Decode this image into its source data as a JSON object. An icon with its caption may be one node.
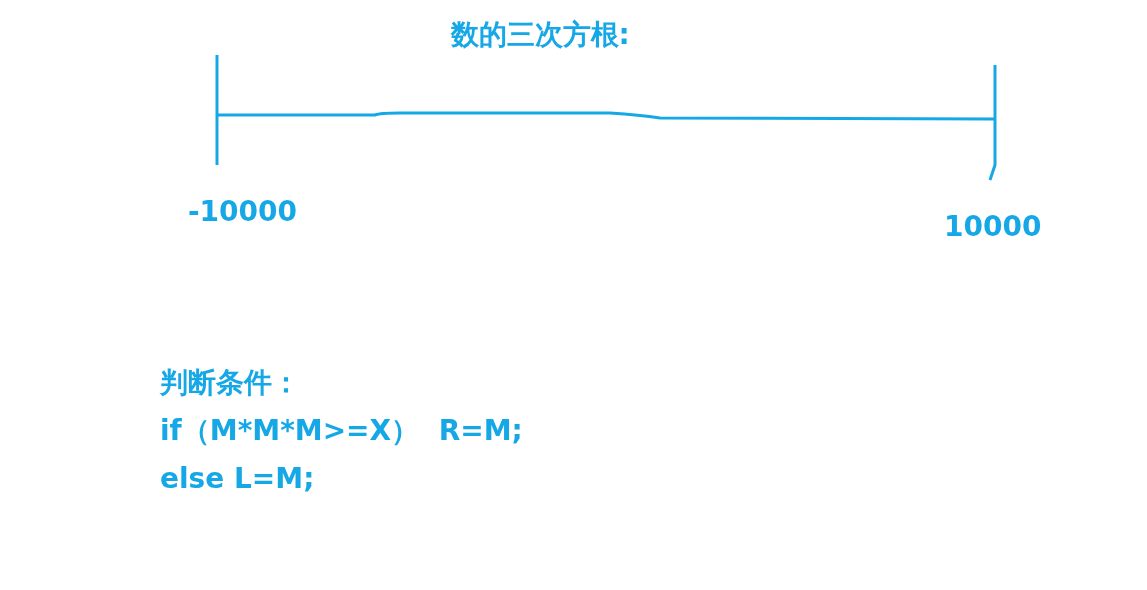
{
  "diagram": {
    "title": "数的三次方根:",
    "labels": [
      "-10000",
      "10000",
      "判断条件：",
      "if（M*M*M>=X）  R=M;",
      "else L=M;"
    ]
  }
}
